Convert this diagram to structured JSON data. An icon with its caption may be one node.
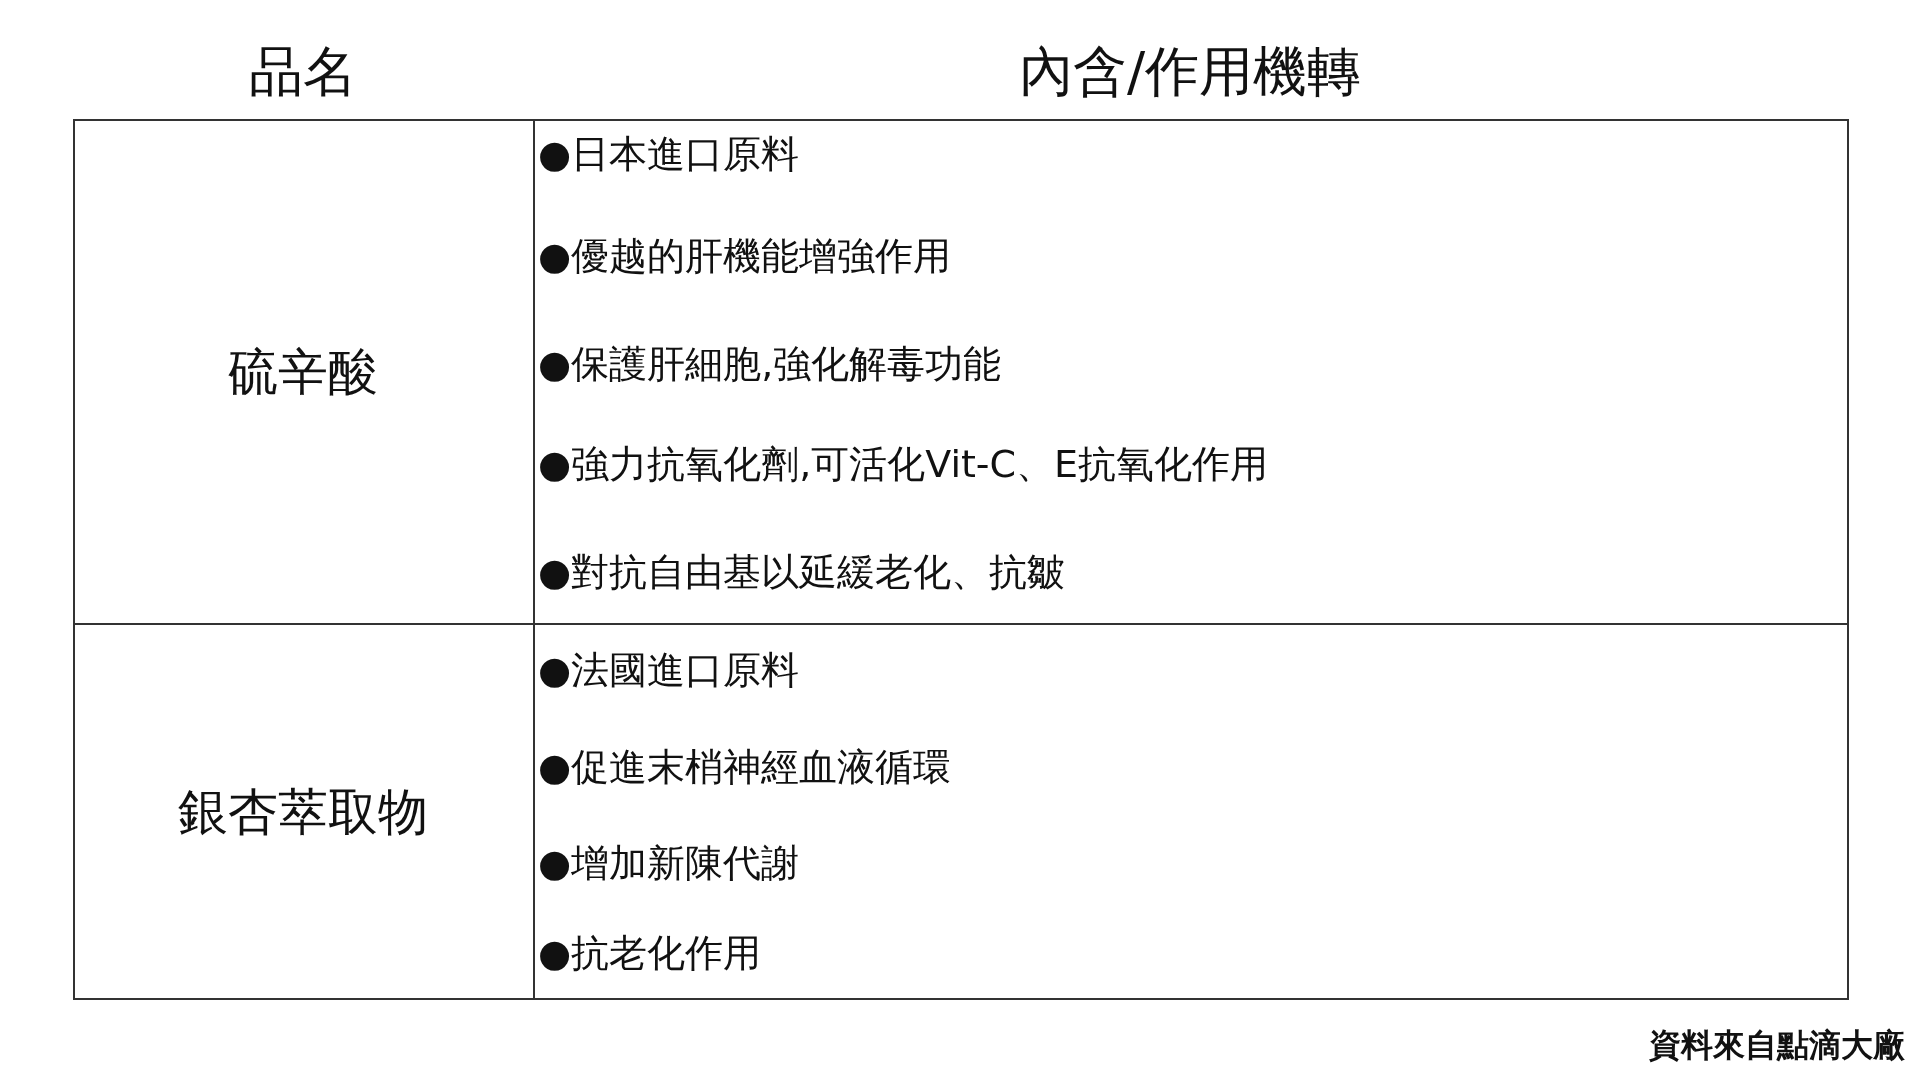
{
  "diagram": {
    "labels": [
      "品名",
      "內含/作用機轉",
      "硫辛酸",
      "●日本進口原料",
      "●優越的肝機能增強作用",
      "●保護肝細胞,強化解毒功能",
      "●強力抗氧化劑,可活化Vit-C、E抗氧化作用",
      "●對抗自由基以延緩老化、抗皺",
      "銀杏萃取物",
      "●法國進口原料",
      "●促進末梢神經血液循環",
      "●增加新陳代謝",
      "●抗老化作用",
      "資料來自點滴大廠"
    ]
  }
}
